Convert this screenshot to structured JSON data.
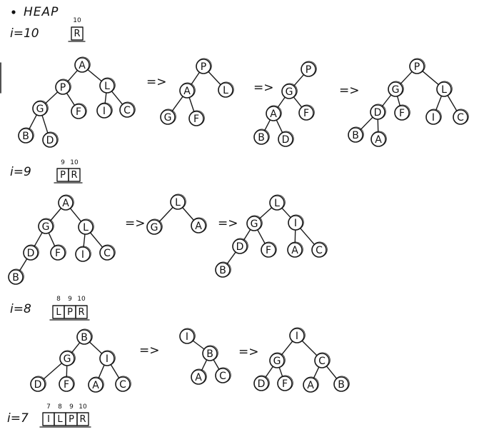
{
  "title": "HEAP",
  "steps": [
    {
      "label": "i=10",
      "array": [
        {
          "index": "10",
          "value": "R"
        }
      ],
      "trees": [
        {
          "nodes": [
            {
              "id": "A",
              "label": "A"
            },
            {
              "id": "P",
              "label": "P"
            },
            {
              "id": "L",
              "label": "L"
            },
            {
              "id": "G",
              "label": "G"
            },
            {
              "id": "F",
              "label": "F"
            },
            {
              "id": "I",
              "label": "I"
            },
            {
              "id": "C",
              "label": "C"
            },
            {
              "id": "B",
              "label": "B"
            },
            {
              "id": "D",
              "label": "D"
            }
          ],
          "edges": [
            [
              "A",
              "P"
            ],
            [
              "A",
              "L"
            ],
            [
              "P",
              "G"
            ],
            [
              "P",
              "F"
            ],
            [
              "L",
              "I"
            ],
            [
              "L",
              "C"
            ],
            [
              "G",
              "B"
            ],
            [
              "G",
              "D"
            ]
          ]
        },
        {
          "nodes": [
            {
              "id": "P",
              "label": "P"
            },
            {
              "id": "A",
              "label": "A"
            },
            {
              "id": "L",
              "label": "L"
            },
            {
              "id": "G",
              "label": "G"
            },
            {
              "id": "F",
              "label": "F"
            }
          ],
          "edges": [
            [
              "P",
              "A"
            ],
            [
              "P",
              "L"
            ],
            [
              "A",
              "G"
            ],
            [
              "A",
              "F"
            ]
          ]
        },
        {
          "nodes": [
            {
              "id": "P",
              "label": "P"
            },
            {
              "id": "G",
              "label": "G"
            },
            {
              "id": "A",
              "label": "A"
            },
            {
              "id": "F",
              "label": "F"
            },
            {
              "id": "B",
              "label": "B"
            },
            {
              "id": "D",
              "label": "D"
            }
          ],
          "edges": [
            [
              "P",
              "G"
            ],
            [
              "G",
              "A"
            ],
            [
              "G",
              "F"
            ],
            [
              "A",
              "B"
            ],
            [
              "A",
              "D"
            ]
          ]
        },
        {
          "nodes": [
            {
              "id": "P",
              "label": "P"
            },
            {
              "id": "G",
              "label": "G"
            },
            {
              "id": "L",
              "label": "L"
            },
            {
              "id": "D",
              "label": "D"
            },
            {
              "id": "F",
              "label": "F"
            },
            {
              "id": "I",
              "label": "I"
            },
            {
              "id": "C",
              "label": "C"
            },
            {
              "id": "B",
              "label": "B"
            },
            {
              "id": "A",
              "label": "A"
            }
          ],
          "edges": [
            [
              "P",
              "G"
            ],
            [
              "P",
              "L"
            ],
            [
              "G",
              "D"
            ],
            [
              "G",
              "F"
            ],
            [
              "L",
              "I"
            ],
            [
              "L",
              "C"
            ],
            [
              "D",
              "B"
            ],
            [
              "D",
              "A"
            ]
          ]
        }
      ]
    },
    {
      "label": "i=9",
      "array": [
        {
          "index": "9",
          "value": "P"
        },
        {
          "index": "10",
          "value": "R"
        }
      ],
      "trees": [
        {
          "nodes": [
            {
              "id": "A",
              "label": "A"
            },
            {
              "id": "G",
              "label": "G"
            },
            {
              "id": "L",
              "label": "L"
            },
            {
              "id": "D",
              "label": "D"
            },
            {
              "id": "F",
              "label": "F"
            },
            {
              "id": "I",
              "label": "I"
            },
            {
              "id": "C",
              "label": "C"
            },
            {
              "id": "B",
              "label": "B"
            }
          ],
          "edges": [
            [
              "A",
              "G"
            ],
            [
              "A",
              "L"
            ],
            [
              "G",
              "D"
            ],
            [
              "G",
              "F"
            ],
            [
              "L",
              "I"
            ],
            [
              "L",
              "C"
            ],
            [
              "D",
              "B"
            ]
          ]
        },
        {
          "nodes": [
            {
              "id": "L",
              "label": "L"
            },
            {
              "id": "G",
              "label": "G"
            },
            {
              "id": "A",
              "label": "A"
            }
          ],
          "edges": [
            [
              "L",
              "G"
            ],
            [
              "L",
              "A"
            ]
          ]
        },
        {
          "nodes": [
            {
              "id": "L",
              "label": "L"
            },
            {
              "id": "G",
              "label": "G"
            },
            {
              "id": "I",
              "label": "I"
            },
            {
              "id": "D",
              "label": "D"
            },
            {
              "id": "F",
              "label": "F"
            },
            {
              "id": "A",
              "label": "A"
            },
            {
              "id": "C",
              "label": "C"
            },
            {
              "id": "B",
              "label": "B"
            }
          ],
          "edges": [
            [
              "L",
              "G"
            ],
            [
              "L",
              "I"
            ],
            [
              "G",
              "D"
            ],
            [
              "G",
              "F"
            ],
            [
              "I",
              "A"
            ],
            [
              "I",
              "C"
            ],
            [
              "D",
              "B"
            ]
          ]
        }
      ]
    },
    {
      "label": "i=8",
      "array": [
        {
          "index": "8",
          "value": "L"
        },
        {
          "index": "9",
          "value": "P"
        },
        {
          "index": "10",
          "value": "R"
        }
      ],
      "trees": [
        {
          "nodes": [
            {
              "id": "B",
              "label": "B"
            },
            {
              "id": "G",
              "label": "G"
            },
            {
              "id": "I",
              "label": "I"
            },
            {
              "id": "D",
              "label": "D"
            },
            {
              "id": "F",
              "label": "F"
            },
            {
              "id": "A",
              "label": "A"
            },
            {
              "id": "C",
              "label": "C"
            }
          ],
          "edges": [
            [
              "B",
              "G"
            ],
            [
              "B",
              "I"
            ],
            [
              "G",
              "D"
            ],
            [
              "G",
              "F"
            ],
            [
              "I",
              "A"
            ],
            [
              "I",
              "C"
            ]
          ]
        },
        {
          "nodes": [
            {
              "id": "I",
              "label": "I"
            },
            {
              "id": "B",
              "label": "B"
            },
            {
              "id": "A",
              "label": "A"
            },
            {
              "id": "C",
              "label": "C"
            }
          ],
          "edges": [
            [
              "I",
              "B"
            ],
            [
              "B",
              "A"
            ],
            [
              "B",
              "C"
            ]
          ]
        },
        {
          "nodes": [
            {
              "id": "I",
              "label": "I"
            },
            {
              "id": "G",
              "label": "G"
            },
            {
              "id": "C",
              "label": "C"
            },
            {
              "id": "D",
              "label": "D"
            },
            {
              "id": "F",
              "label": "F"
            },
            {
              "id": "A",
              "label": "A"
            },
            {
              "id": "B",
              "label": "B"
            }
          ],
          "edges": [
            [
              "I",
              "G"
            ],
            [
              "I",
              "C"
            ],
            [
              "G",
              "D"
            ],
            [
              "G",
              "F"
            ],
            [
              "C",
              "A"
            ],
            [
              "C",
              "B"
            ]
          ]
        }
      ]
    },
    {
      "label": "i=7",
      "array": [
        {
          "index": "7",
          "value": "I"
        },
        {
          "index": "8",
          "value": "L"
        },
        {
          "index": "9",
          "value": "P"
        },
        {
          "index": "10",
          "value": "R"
        }
      ],
      "trees": []
    }
  ],
  "arrow_text": "=>"
}
